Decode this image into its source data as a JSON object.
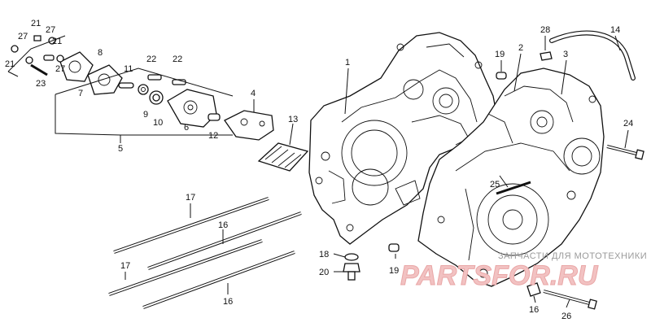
{
  "labels": {
    "p1": "1",
    "p2": "2",
    "p3": "3",
    "p4": "4",
    "p5": "5",
    "p6": "6",
    "p7": "7",
    "p8": "8",
    "p9": "9",
    "p10": "10",
    "p11": "11",
    "p12": "12",
    "p13": "13",
    "p14": "14",
    "p16a": "16",
    "p16b": "16",
    "p16c": "16",
    "p17a": "17",
    "p17b": "17",
    "p18a": "18",
    "p18b": "18",
    "p19a": "19",
    "p19b": "19",
    "p20": "20",
    "p21a": "21",
    "p21b": "21",
    "p21c": "21",
    "p22a": "22",
    "p22b": "22",
    "p23": "23",
    "p24": "24",
    "p25": "25",
    "p26": "26",
    "p27a": "27",
    "p27b": "27",
    "p27c": "27",
    "p28": "28"
  },
  "watermark": {
    "text": "ЗАПЧАСТИ ДЛЯ МОТОТЕХНИКИ",
    "logo": "PARTSFOR.RU"
  }
}
